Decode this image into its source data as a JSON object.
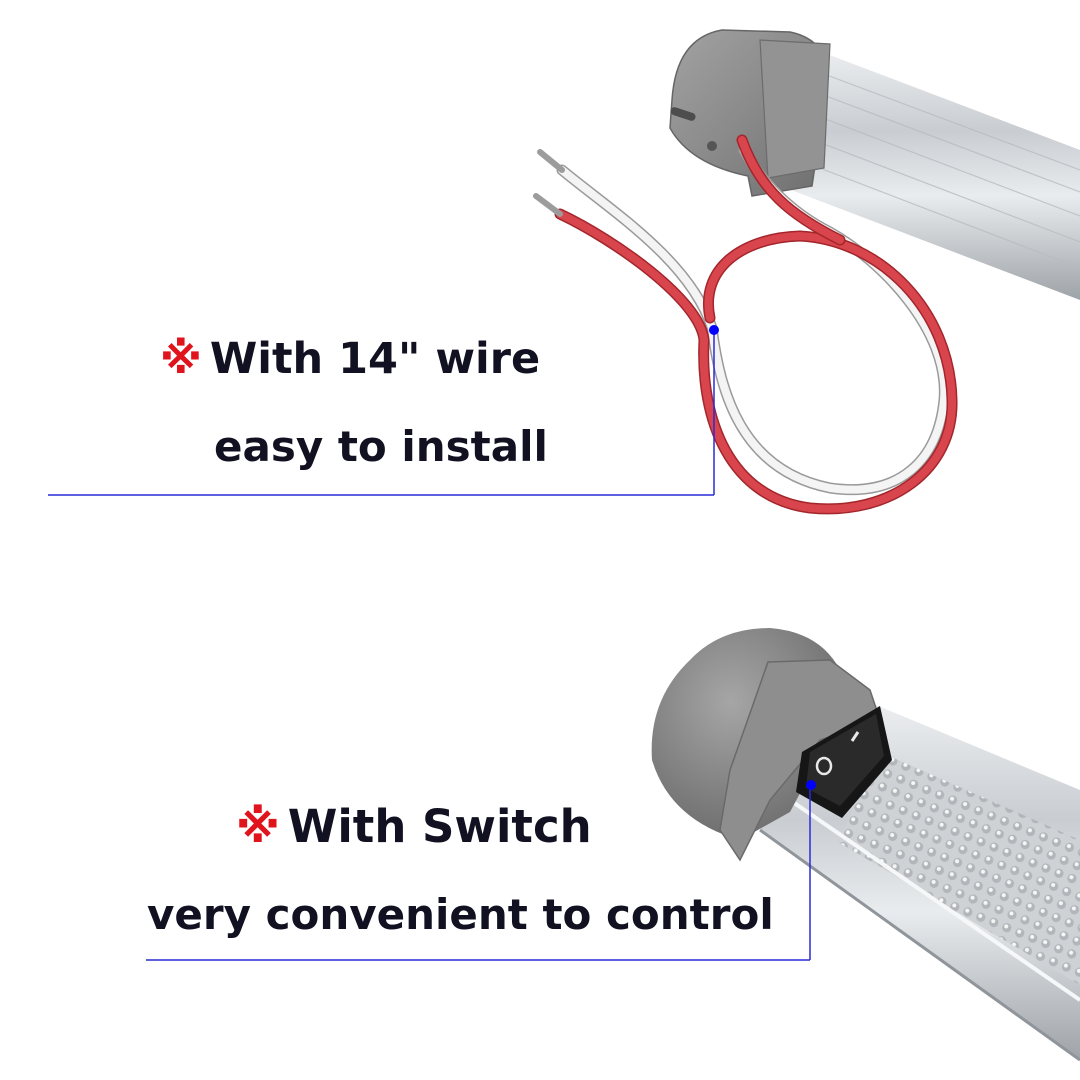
{
  "feature_1": {
    "mark": "※",
    "title": "With 14\" wire",
    "subtitle": "easy to install"
  },
  "feature_2": {
    "mark": "※",
    "title": "With Switch",
    "subtitle": "very convenient to control",
    "switch_on_symbol": "—",
    "switch_off_symbol": "O"
  },
  "colors": {
    "mark_red": "#e0141c",
    "text_dark": "#111122",
    "callout_line": "#2a2ad8",
    "callout_dot": "#0000ff",
    "end_cap_gray": "#8a8a8a",
    "aluminum": "#d6d9dc",
    "wire_red": "#d8454c",
    "wire_white": "#f4f4f4",
    "switch_black": "#161616"
  }
}
